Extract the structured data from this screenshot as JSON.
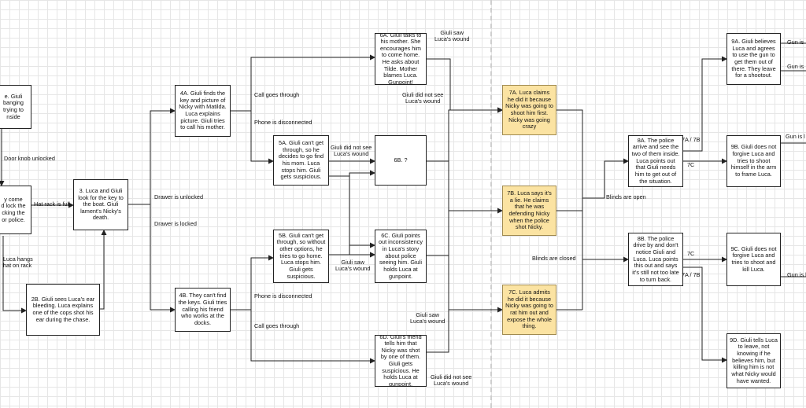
{
  "nodes": {
    "n1": "e. Giuli\nbanging\ntrying to\nnside",
    "n1b": "y come\nd lock the\ncking the\nor police.",
    "n2b": "2B. Giuli sees Luca's ear bleeding. Luca explains one of the cops shot his ear during the chase.",
    "n3": "3. Luca and Giuli look for the key to the boat. Giuli lament's Nicky's death.",
    "n4a": "4A. Giuli finds the key and picture of Nicky with Matilda. Luca explains picture. Giuli tries to call his mother.",
    "n4b": "4B. They can't find the keys. Giuli tries calling his friend who works at the docks.",
    "n5a": "5A. Giuli can't get through, so he decides to go find his mom. Luca stops him. Giuli gets suspicious.",
    "n5b": "5B. Giuli can't get through, so without other options, he tries to go home. Luca stops him. Giuli gets suspicious.",
    "n6a": "6A. Giuli talks to his mother. She encourages him to come home.  He asks about Tilde. Mother blames Luca. Gunpoint!",
    "n6b": "6B. ?",
    "n6c": "6C. Giuli points out inconsistency in Luca's story about police seeing him. Giuli holds Luca at gunpoint.",
    "n6d": "6D. Giuli's friend tells him that Nicky was shot by one of them. Giuli gets suspicious. He holds Luca at gunpoint.",
    "n7a": "7A. Luca claims he did it because Nicky was going to shoot him first. Nicky was going crazy",
    "n7b": "7B. Luca says it's a lie. He claims that he was defending Nicky when the police shot Nicky.",
    "n7c": "7C. Luca admits he did it because Nicky was going to rat him out and expose the whole thing.",
    "n8a": "8A. The police arrive and see the two of them inside. Luca points out that Giuli needs him to get out of the situation.",
    "n8b": "8B. The police drive by and don't notice Giuli and Luca. Luca points this out and says it's still not too late to turn back.",
    "n9a": "9A. Giuli believes Luca and agrees to use the gun to get them out of there. They leave for a shootout.",
    "n9b": "9B. Giuli does not forgive Luca and tries to shoot himself in the arm to frame Luca.",
    "n9c": "9C. Giuli does not forgive Luca and tries to shoot and kill Luca.",
    "n9d": "9D. Giuli tells Luca to leave, not knowing if he believes him, but killing him is not what Nicky would have wanted."
  },
  "labels": {
    "door_knob": "Door knob unlocked",
    "hat_rack_full": "Hat rack is full",
    "luca_hangs": "Luca hangs\nhat on rack",
    "drawer_unlocked": "Drawer is unlocked",
    "drawer_locked": "Drawer is locked",
    "call_through_top": "Call goes through",
    "phone_disc_top": "Phone is disconnected",
    "phone_disc_bottom": "Phone is disconnected",
    "call_through_bottom": "Call goes through",
    "saw_wound_top": "Giuli saw\nLuca's wound",
    "not_see_wound_1": "Giuli did not see\nLuca's wound",
    "not_see_wound_2": "Giuli did not see\nLuca's wound",
    "saw_wound_mid": "Giuli saw\nLuca's wound",
    "saw_wound_low": "Giuli saw\nLuca's wound",
    "not_see_wound_3": "Giuli did not see\nLuca's wound",
    "blinds_open": "Blinds are open",
    "blinds_closed": "Blinds are closed",
    "l_7a7b_top": "7A / 7B",
    "l_7c_top": "7C",
    "l_7c_bottom": "7C",
    "l_7a7b_bottom": "7A / 7B",
    "gun1": "Gun is",
    "gun2": "Gun is",
    "gun3": "Gun is l",
    "gun4": "Gun is l"
  }
}
